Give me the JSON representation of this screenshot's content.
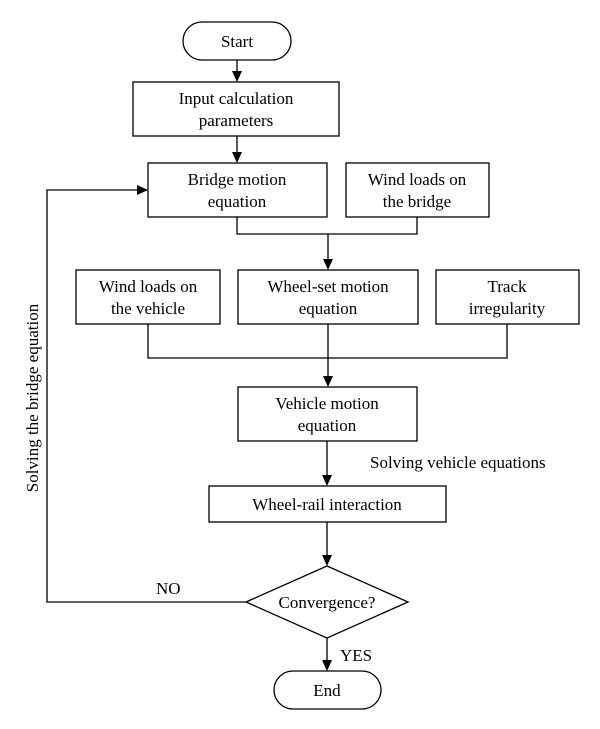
{
  "nodes": {
    "start": "Start",
    "input_params": [
      "Input calculation",
      "parameters"
    ],
    "bridge_motion": [
      "Bridge motion",
      "equation"
    ],
    "wind_bridge": [
      "Wind loads on",
      "the bridge"
    ],
    "wind_vehicle": [
      "Wind loads on",
      "the vehicle"
    ],
    "wheelset_motion": [
      "Wheel-set motion",
      "equation"
    ],
    "track_irregularity": [
      "Track",
      "irregularity"
    ],
    "vehicle_motion": [
      "Vehicle motion",
      "equation"
    ],
    "wheel_rail": "Wheel-rail interaction",
    "convergence": "Convergence?",
    "end": "End"
  },
  "edge_labels": {
    "solving_vehicle": "Solving vehicle equations",
    "solving_bridge": "Solving the bridge equation",
    "no": "NO",
    "yes": "YES"
  }
}
